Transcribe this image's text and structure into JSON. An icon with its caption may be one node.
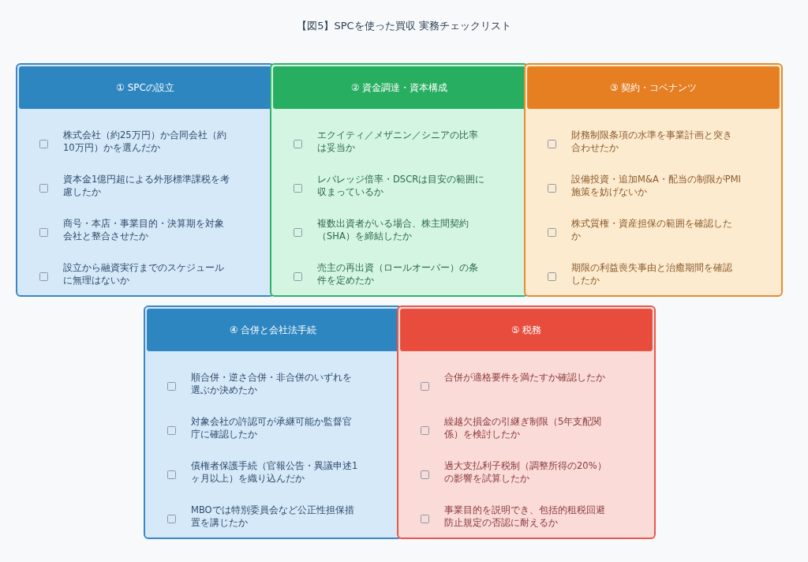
{
  "diagram": {
    "title": "【図5】SPCを使った買収 実務チェックリスト",
    "nodes": [
      {
        "text": [
          "株式会社（約25万円）か合同会社（約10万円）かを選んだか",
          "資本金1億円超による外形標準課税を考慮したか",
          "商号・本店・事業目的・決算期を対象会社と整合させたか",
          "設立から融資実行までのスケジュールに無理はないか"
        ]
      },
      {
        "text": [
          "① SPCの設立"
        ],
        "in": 0
      },
      {
        "text": [
          "エクイティ／メザニン／シニアの比率は妥当か",
          "レバレッジ倍率・DSCRは目安の範囲に収まっているか",
          "複数出資者がいる場合、株主間契約（SHA）を締結したか",
          "売主の再出資（ロールオーバー）の条件を定めたか"
        ]
      },
      {
        "text": [
          "② 資金調達・資本構成"
        ],
        "in": 2
      },
      {
        "text": [
          "財務制限条項の水準を事業計画と突き合わせたか",
          "設備投資・追加M&A・配当の制限がPMI施策を妨げないか",
          "株式質権・資産担保の範囲を確認したか",
          "期限の利益喪失事由と治癒期間を確認したか"
        ]
      },
      {
        "text": [
          "③ 契約・コベナンツ"
        ],
        "in": 4
      },
      {
        "text": [
          "順合併・逆さ合併・非合併のいずれを選ぶか決めたか",
          "対象会社の許認可が承継可能か監督官庁に確認したか",
          "債権者保護手続（官報公告・異議申述1ヶ月以上）を織り込んだか",
          "MBOでは特別委員会など公正性担保措置を講じたか"
        ]
      },
      {
        "text": [
          "④ 合併と会社法手続"
        ],
        "in": 6
      },
      {
        "text": [
          "合併が適格要件を満たすか確認したか",
          "繰越欠損金の引継ぎ制限（5年支配関係）を検討したか",
          "過大支払利子税制（調整所得の20%）の影響を試算したか",
          "事業目的を説明でき、包括的租税回避防止規定の否認に耐えるか"
        ]
      },
      {
        "text": [
          "⑤ 税務"
        ],
        "in": 8
      }
    ]
  }
}
